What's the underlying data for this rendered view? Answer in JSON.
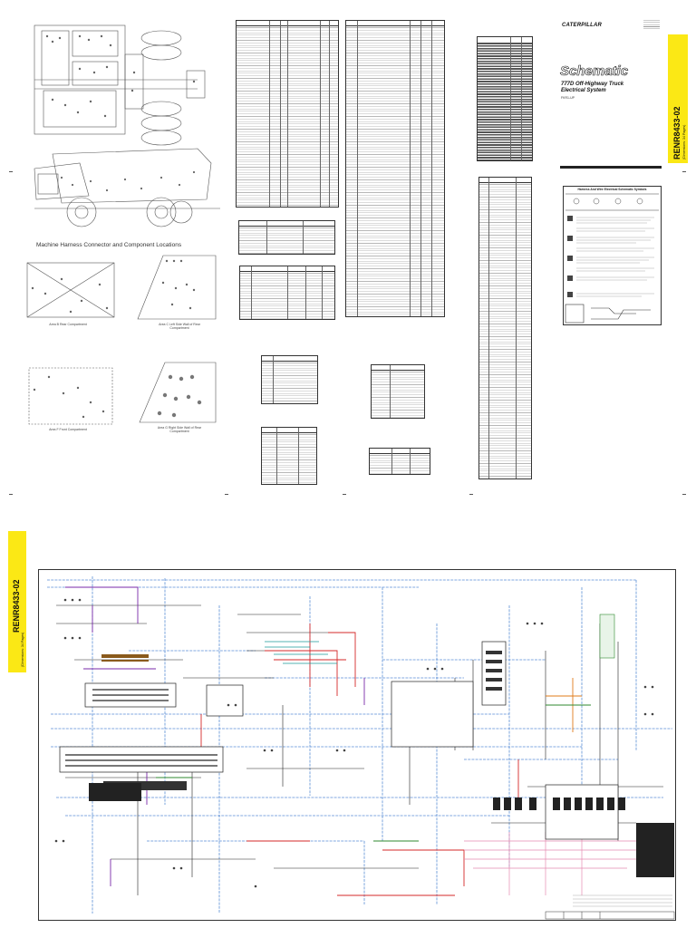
{
  "header": {
    "brand": "CATERPILLAR",
    "title": "Schematic",
    "subtitle_line1": "777D Off-Highway Truck",
    "subtitle_line2": "Electrical System",
    "serial_prefix": "FKR1-UP"
  },
  "tabs": {
    "top_id": "RENR8433-02",
    "top_note": "(Dimensions: 34 Pages)",
    "bottom_id": "RENR8433-02",
    "bottom_note": "(Dimensions: 34 Pages)"
  },
  "locations": {
    "heading": "Machine Harness Connector and Component Locations",
    "area_b": "Area B  Rear Compartment",
    "area_c": "Area C  Left Side Wall of Rear Compartment",
    "area_f": "Area F  Front Compartment",
    "area_g": "Area G  Right Side Wall of Rear Compartment"
  },
  "legend": {
    "title": "Harness And Wire Electrical Schematic Symbols"
  },
  "colors": {
    "tab_yellow": "#fbe815",
    "wire_blue": "#5b8fd6",
    "wire_red": "#d42a2a",
    "wire_purple": "#7a2aa8",
    "wire_brown": "#8a5a1c",
    "wire_green": "#2f8a2f",
    "wire_pink": "#e58ab0",
    "wire_orange": "#e07b1a",
    "wire_teal": "#1a9a9a",
    "wire_black": "#222222"
  }
}
